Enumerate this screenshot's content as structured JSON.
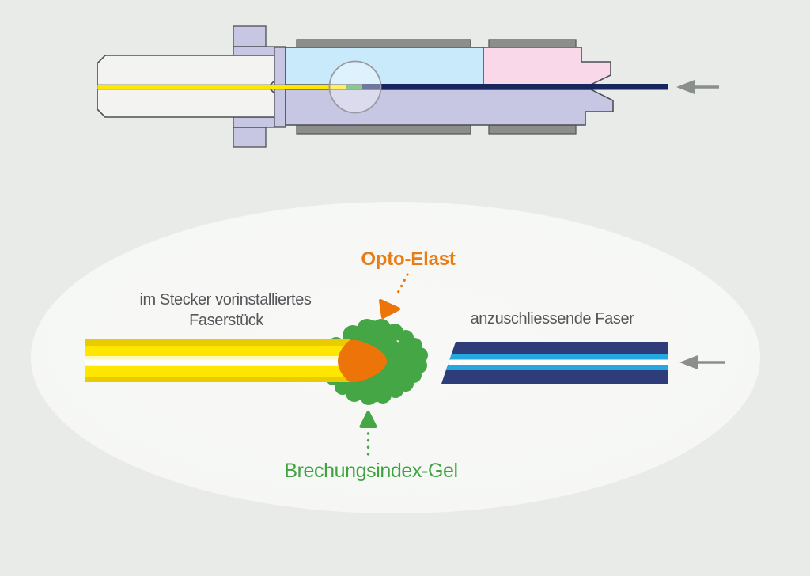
{
  "labels": {
    "preinstalled_fiber_line1": "im Stecker vorinstalliertes",
    "preinstalled_fiber_line2": "Faserstück",
    "fiber_to_connect": "anzuschliessende Faser",
    "opto_elast": "Opto-Elast",
    "refractive_index_gel": "Brechungsindex-Gel"
  },
  "icons": {
    "insertion_arrow_top": "arrow-left-icon",
    "insertion_arrow_bottom": "arrow-left-icon",
    "opto_elast_pointer": "dotted-arrow-icon",
    "gel_pointer": "dotted-arrow-icon",
    "magnifier": "magnifier-circle-icon"
  },
  "colors": {
    "bg": "#e9ebe8",
    "ellipse_inner": "#f8f9f7",
    "ellipse_outer": "#f3f5f2",
    "outline": "#4e4e56",
    "ferrule": "#f3f4f2",
    "lavender": "#c7c6e3",
    "body_blue": "#c9eafa",
    "pink": "#f9d8e9",
    "gray_bar": "#8d8d8d",
    "yellow": "#ffe600",
    "yellow_dark": "#e9cb00",
    "yellow_pale": "#fff9b8",
    "fiber_navy": "#17265c",
    "blue_fiber": "#2e3d79",
    "stripe_blue": "#25a8e0",
    "green": "#45a645",
    "green_text": "#3fa33f",
    "orange": "#ec7408",
    "orange_text": "#e87c15",
    "arrow_gray": "#8a8f8e",
    "text_gray": "#56565a",
    "circle_stroke": "#989aa3"
  }
}
